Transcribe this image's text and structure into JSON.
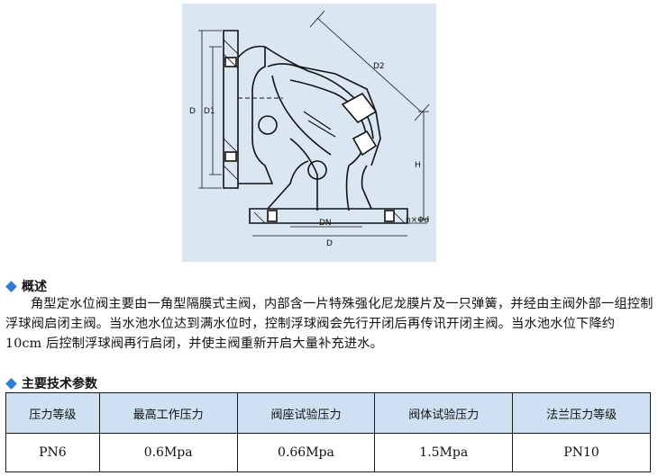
{
  "drawing": {
    "labels": {
      "d2": "D2",
      "d": "D",
      "d1": "D1",
      "h": "H",
      "dn": "DN",
      "d_bottom": "D",
      "nxd": "n×Φd"
    }
  },
  "overview": {
    "heading": "概述",
    "text": "角型定水位阀主要由一角型隔膜式主阀，内部含一片特殊强化尼龙膜片及一只弹簧，并经由主阀外部一组控制浮球阀启闭主阀。当水池水位达到满水位时，控制浮球阀会先行开闭后再传讯开闭主阀。当水池水位下降约 10cm 后控制浮球阀再行启闭，并使主阀重新开启大量补充进水。"
  },
  "specs": {
    "heading": "主要技术参数",
    "headers": [
      "压力等级",
      "最高工作压力",
      "阀座试验压力",
      "阀体试验压力",
      "法兰压力等级"
    ],
    "row": [
      "PN6",
      "0.6Mpa",
      "0.66Mpa",
      "1.5Mpa",
      "PN10"
    ]
  },
  "colors": {
    "accent": "#2f7bd6",
    "drawing_bg": "#dbe6f3",
    "table_header_bg": "#cfe0f2"
  }
}
